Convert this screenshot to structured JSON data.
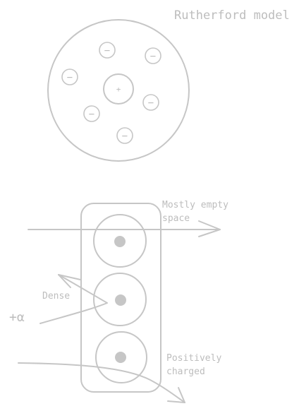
{
  "title": "Rutherford model",
  "nucleus_symbol": "+",
  "electron_symbol": "−",
  "annotations": {
    "mostly_empty_line1": "Mostly empty",
    "mostly_empty_line2": "space",
    "dense": "Dense",
    "alpha": "+α",
    "positively_line1": "Positively",
    "positively_line2": "charged"
  },
  "colors": {
    "stroke": "#c6c6c6",
    "text": "#bdbdbd",
    "background": "#ffffff"
  }
}
